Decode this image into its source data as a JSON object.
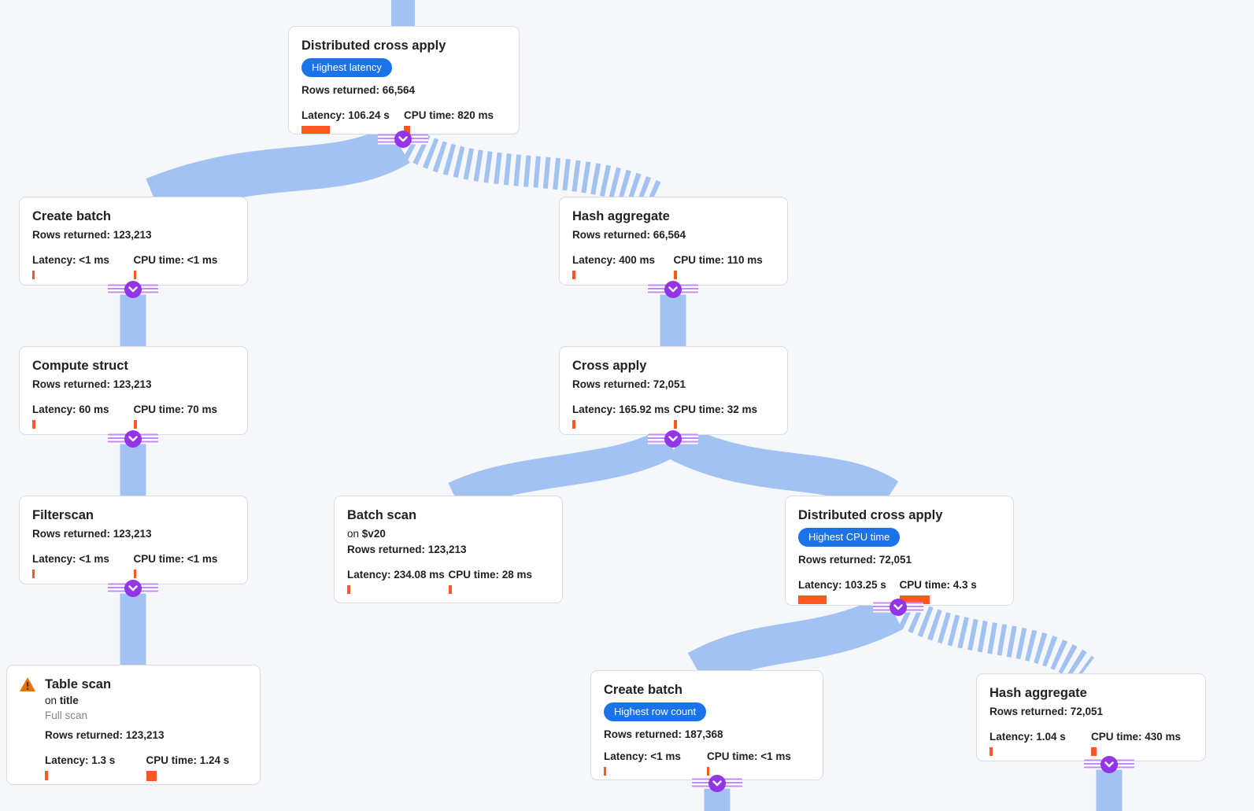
{
  "canvas": {
    "background": "#f6f7fa",
    "edge_color": "#a2c3f2",
    "connector_color": "#9334e6",
    "connector_stripe_color": "#c58af9",
    "bar_color": "#ff5722",
    "badge_color": "#1a73e8",
    "warning_color": "#e8710a"
  },
  "connector": {
    "icon": "chevron-down",
    "label": "collapse-children"
  },
  "nodes": [
    {
      "title": "Distributed cross apply",
      "badge": "Highest latency",
      "rows": "Rows returned: 66,564",
      "latency": "Latency: 106.24 s",
      "cpu": "CPU time: 820 ms",
      "latency_bar": [
        36,
        10
      ],
      "cpu_bar": [
        8,
        12
      ]
    },
    {
      "title": "Create batch",
      "rows": "Rows returned: 123,213",
      "latency": "Latency: <1 ms",
      "cpu": "CPU time: <1 ms",
      "latency_bar": [
        3,
        11
      ],
      "cpu_bar": [
        3,
        11
      ]
    },
    {
      "title": "Hash aggregate",
      "rows": "Rows returned: 66,564",
      "latency": "Latency: 400 ms",
      "cpu": "CPU time: 110 ms",
      "latency_bar": [
        4,
        11
      ],
      "cpu_bar": [
        4,
        11
      ]
    },
    {
      "title": "Compute struct",
      "rows": "Rows returned: 123,213",
      "latency": "Latency: 60 ms",
      "cpu": "CPU time: 70 ms",
      "latency_bar": [
        4,
        11
      ],
      "cpu_bar": [
        4,
        11
      ]
    },
    {
      "title": "Cross apply",
      "rows": "Rows returned: 72,051",
      "latency": "Latency: 165.92 ms",
      "cpu": "CPU time: 32 ms",
      "latency_bar": [
        4,
        11
      ],
      "cpu_bar": [
        4,
        11
      ]
    },
    {
      "title": "Filterscan",
      "rows": "Rows returned: 123,213",
      "latency": "Latency: <1 ms",
      "cpu": "CPU time: <1 ms",
      "latency_bar": [
        3,
        11
      ],
      "cpu_bar": [
        3,
        11
      ]
    },
    {
      "title": "Batch scan",
      "on_prefix": "on",
      "on_target": "$v20",
      "rows": "Rows returned: 123,213",
      "latency": "Latency: 234.08 ms",
      "cpu": "CPU time: 28 ms",
      "latency_bar": [
        4,
        11
      ],
      "cpu_bar": [
        4,
        11
      ]
    },
    {
      "title": "Distributed cross apply",
      "badge": "Highest CPU time",
      "rows": "Rows returned: 72,051",
      "latency": "Latency: 103.25 s",
      "cpu": "CPU time: 4.3 s",
      "latency_bar": [
        36,
        11
      ],
      "cpu_bar": [
        38,
        11
      ]
    },
    {
      "title": "Table scan",
      "warning": true,
      "on_prefix": "on",
      "on_target": "title",
      "note": "Full scan",
      "rows": "Rows returned: 123,213",
      "latency": "Latency: 1.3 s",
      "cpu": "CPU time: 1.24 s",
      "latency_bar": [
        4,
        12
      ],
      "cpu_bar": [
        13,
        13
      ]
    },
    {
      "title": "Create batch",
      "badge": "Highest row count",
      "rows": "Rows returned: 187,368",
      "latency": "Latency: <1 ms",
      "cpu": "CPU time: <1 ms",
      "latency_bar": [
        3,
        11
      ],
      "cpu_bar": [
        3,
        11
      ]
    },
    {
      "title": "Hash aggregate",
      "rows": "Rows returned: 72,051",
      "latency": "Latency: 1.04 s",
      "cpu": "CPU time: 430 ms",
      "latency_bar": [
        4,
        11
      ],
      "cpu_bar": [
        7,
        11
      ]
    }
  ]
}
